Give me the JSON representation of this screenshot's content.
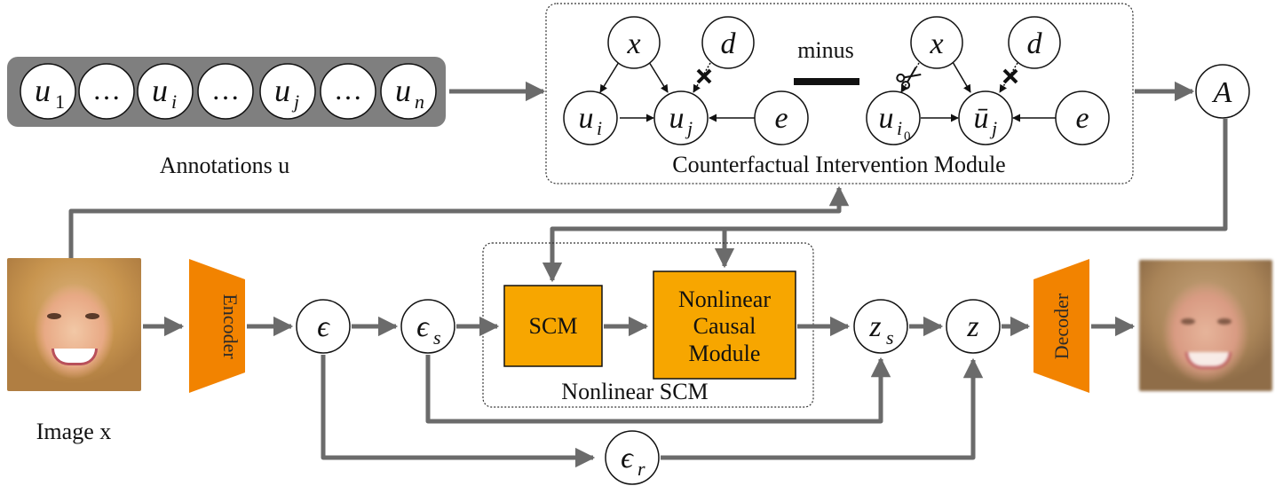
{
  "colors": {
    "arrow": "#6b6b6b",
    "annotation_bar": "#7f7f7f",
    "orange": "#f7a600",
    "orange_trap": "#f28300",
    "node_border": "#111111"
  },
  "annotations": {
    "caption": "Annotations u",
    "nodes": [
      {
        "base": "u",
        "sub": "1"
      },
      {
        "base": "…",
        "sub": ""
      },
      {
        "base": "u",
        "sub": "i"
      },
      {
        "base": "…",
        "sub": ""
      },
      {
        "base": "u",
        "sub": "j"
      },
      {
        "base": "…",
        "sub": ""
      },
      {
        "base": "u",
        "sub": "n"
      }
    ]
  },
  "intervention_module": {
    "caption": "Counterfactual Intervention Module",
    "minus_label": "minus",
    "left_graph": {
      "x": "x",
      "d": "d",
      "ui_base": "u",
      "ui_sub": "i",
      "uj_base": "u",
      "uj_sub": "j",
      "e": "e"
    },
    "right_graph": {
      "x": "x",
      "d": "d",
      "ui0_base": "u",
      "ui0_sub": "i",
      "ui0_subsub": "0",
      "uj_base": "ū",
      "uj_sub": "j",
      "e": "e"
    }
  },
  "output_A": "A",
  "pipeline": {
    "image_caption": "Image x",
    "encoder_label": "Encoder",
    "decoder_label": "Decoder",
    "epsilon": "ϵ",
    "epsilon_s": {
      "base": "ϵ",
      "sub": "s"
    },
    "epsilon_r": {
      "base": "ϵ",
      "sub": "r"
    },
    "z_s": {
      "base": "z",
      "sub": "s"
    },
    "z": "z",
    "scm_label": "SCM",
    "nonlinear_module_lines": [
      "Nonlinear",
      "Causal",
      "Module"
    ],
    "nonlinear_scm_caption": "Nonlinear SCM"
  },
  "icons": {
    "scissors": "scissors-icon",
    "cut_mark": "cross-mark-icon"
  }
}
